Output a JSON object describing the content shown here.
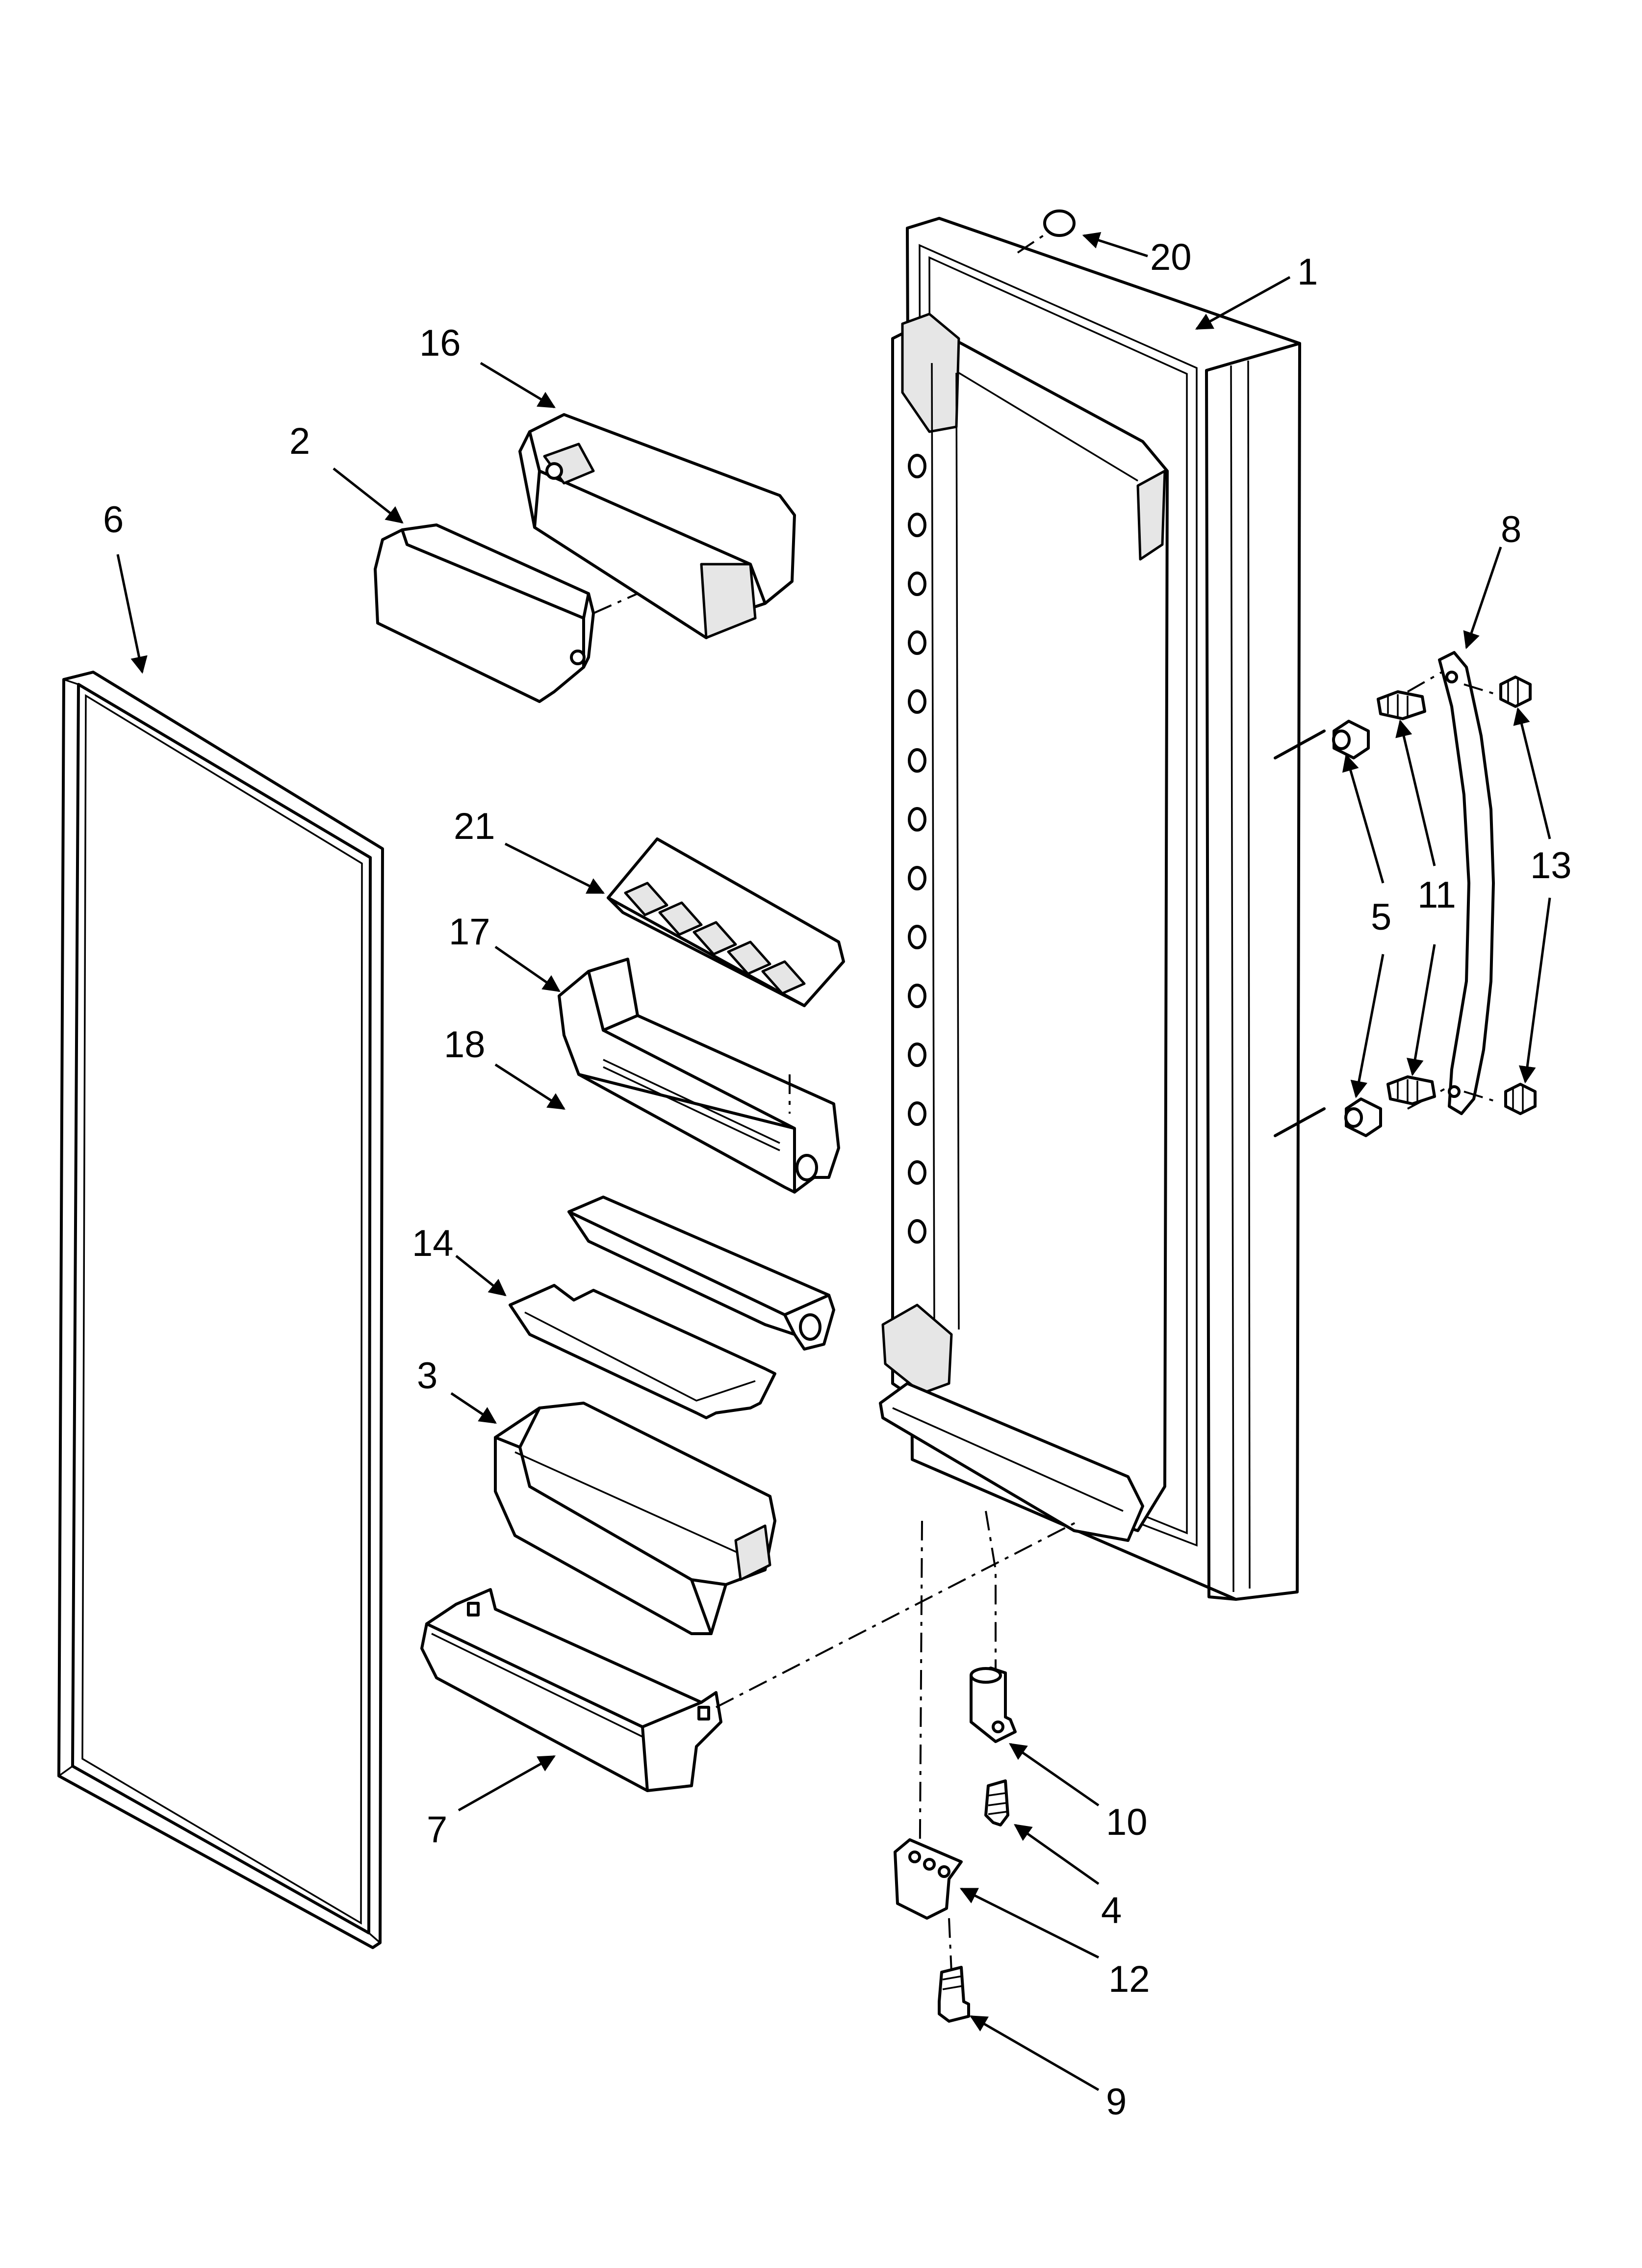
{
  "diagram": {
    "parts": [
      {
        "id": "door",
        "label": "1"
      },
      {
        "id": "shelf-cover",
        "label": "2"
      },
      {
        "id": "door-bin",
        "label": "3"
      },
      {
        "id": "hinge-screw",
        "label": "4"
      },
      {
        "id": "handle-spacer",
        "label": "5"
      },
      {
        "id": "door-gasket",
        "label": "6"
      },
      {
        "id": "bottom-bin",
        "label": "7"
      },
      {
        "id": "door-handle",
        "label": "8"
      },
      {
        "id": "handle-screw",
        "label": "9"
      },
      {
        "id": "bottom-hinge",
        "label": "10"
      },
      {
        "id": "hinge-bracket-screw",
        "label": "11"
      },
      {
        "id": "hinge-bracket",
        "label": "12"
      },
      {
        "id": "set-screw",
        "label": "13"
      },
      {
        "id": "bin-shelf",
        "label": "14"
      },
      {
        "id": "dairy-compartment",
        "label": "16"
      },
      {
        "id": "egg-bin",
        "label": "17"
      },
      {
        "id": "bin-trim",
        "label": "18"
      },
      {
        "id": "hole-plug",
        "label": "20"
      },
      {
        "id": "egg-tray",
        "label": "21"
      }
    ]
  }
}
